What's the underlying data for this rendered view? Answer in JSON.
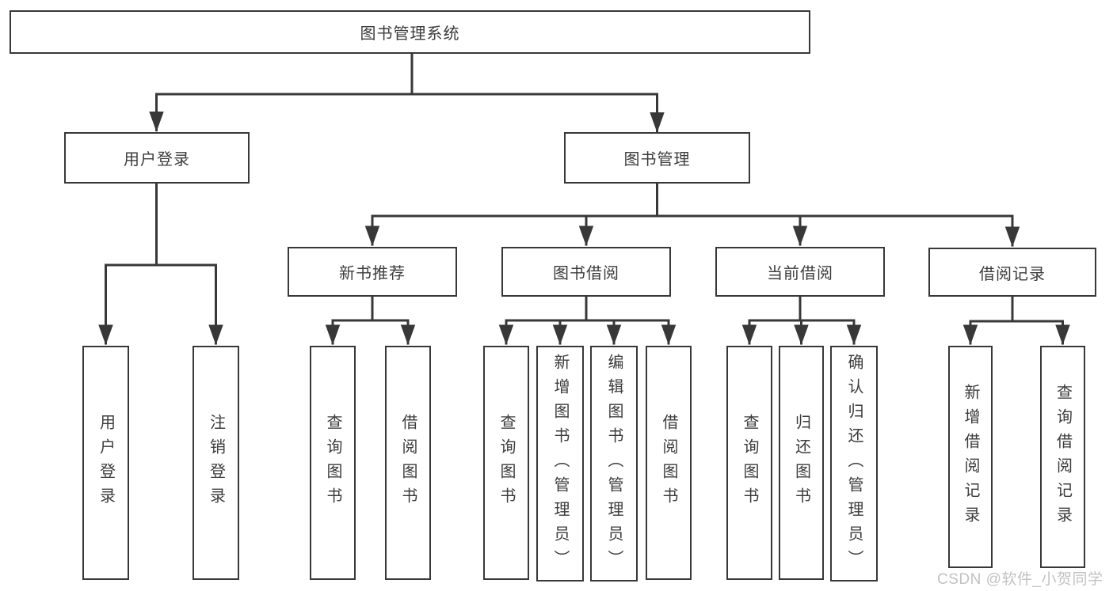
{
  "colors": {
    "line": "#383838",
    "text": "#3c3c3c",
    "watermark": "#c2c2c2",
    "bg": "#ffffff"
  },
  "watermark": {
    "text": "CSDN @软件_小贺同学"
  },
  "tree": {
    "root": {
      "label": "图书管理系统",
      "children": [
        {
          "label": "用户登录",
          "children": [
            {
              "label": "用户登录"
            },
            {
              "label": "注销登录"
            }
          ]
        },
        {
          "label": "图书管理",
          "children": [
            {
              "label": "新书推荐",
              "children": [
                {
                  "label": "查询图书"
                },
                {
                  "label": "借阅图书"
                }
              ]
            },
            {
              "label": "图书借阅",
              "children": [
                {
                  "label": "查询图书"
                },
                {
                  "label": "新增图书（管理员）"
                },
                {
                  "label": "编辑图书（管理员）"
                },
                {
                  "label": "借阅图书"
                }
              ]
            },
            {
              "label": "当前借阅",
              "children": [
                {
                  "label": "查询图书"
                },
                {
                  "label": "归还图书"
                },
                {
                  "label": "确认归还（管理员）"
                }
              ]
            },
            {
              "label": "借阅记录",
              "children": [
                {
                  "label": "新增借阅记录"
                },
                {
                  "label": "查询借阅记录"
                }
              ]
            }
          ]
        }
      ]
    }
  }
}
